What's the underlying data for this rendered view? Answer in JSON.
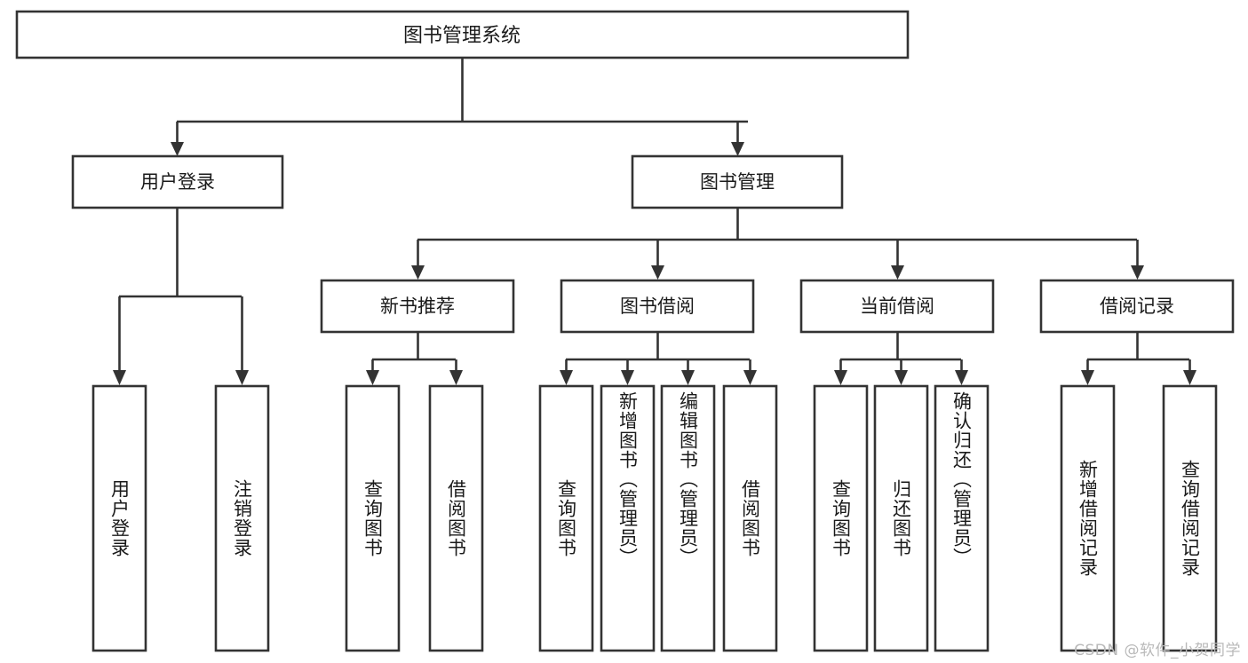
{
  "diagram": {
    "type": "tree",
    "title": "图书管理系统",
    "orientation": "top-down",
    "background_color": "#ffffff",
    "line_color": "#333333",
    "text_color": "#1a1a1a"
  },
  "root": {
    "label": "图书管理系统"
  },
  "level1": [
    {
      "label": "用户登录"
    },
    {
      "label": "图书管理"
    }
  ],
  "level2": [
    {
      "label": "新书推荐"
    },
    {
      "label": "图书借阅"
    },
    {
      "label": "当前借阅"
    },
    {
      "label": "借阅记录"
    }
  ],
  "leaves": {
    "user_login": [
      {
        "label": "用户登录"
      },
      {
        "label": "注销登录"
      }
    ],
    "new_book_recommend": [
      {
        "label": "查询图书"
      },
      {
        "label": "借阅图书"
      }
    ],
    "book_borrow": [
      {
        "label": "查询图书"
      },
      {
        "label": "新增图书（管理员）"
      },
      {
        "label": "编辑图书（管理员）"
      },
      {
        "label": "借阅图书"
      }
    ],
    "current_borrow": [
      {
        "label": "查询图书"
      },
      {
        "label": "归还图书"
      },
      {
        "label": "确认归还（管理员）"
      }
    ],
    "borrow_record": [
      {
        "label": "新增借阅记录"
      },
      {
        "label": "查询借阅记录"
      }
    ]
  },
  "watermark": {
    "text": "CSDN @软件_小贺同学"
  }
}
